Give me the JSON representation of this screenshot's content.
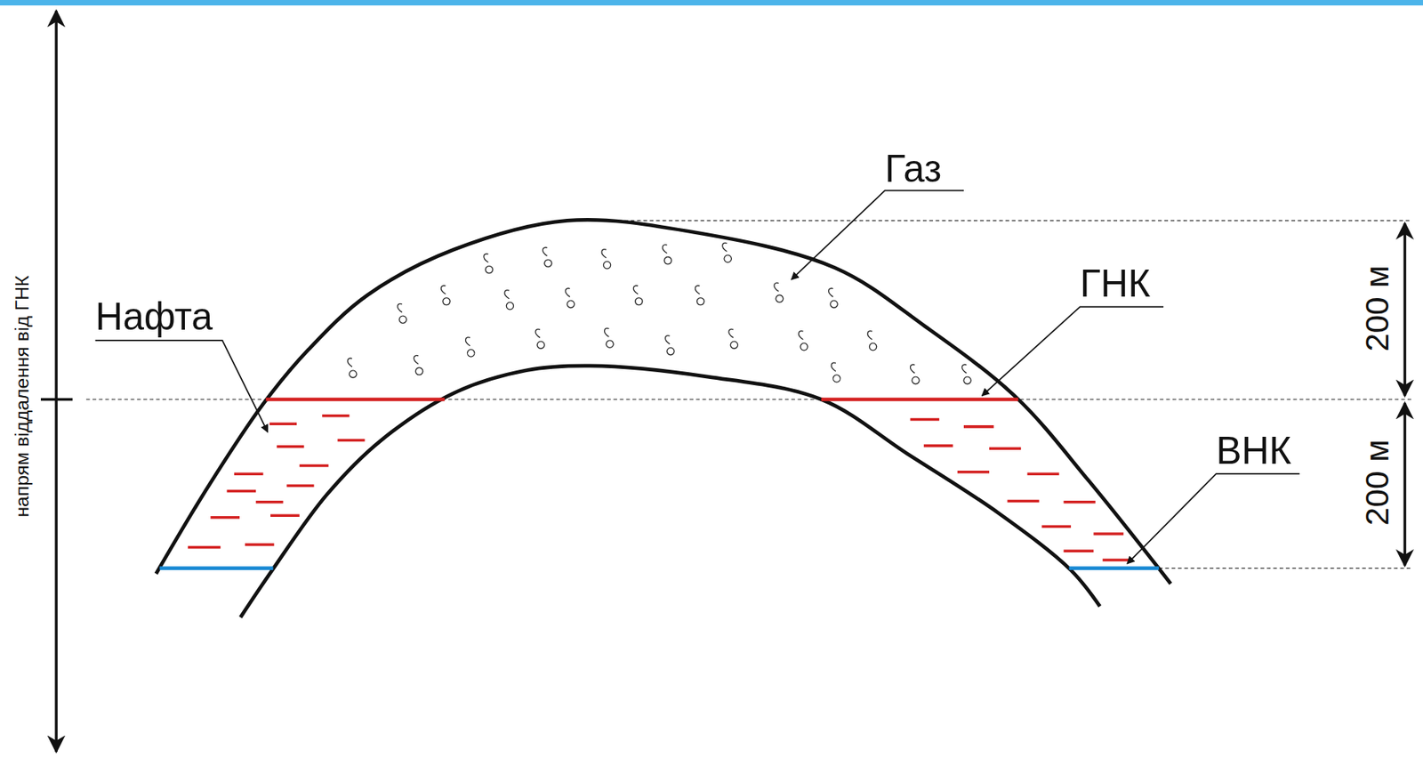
{
  "diagram": {
    "labels": [
      "Газ",
      "Нафта",
      "ГНК",
      "ВНК",
      "200 м",
      "200 м",
      "напрям віддалення від ГНК"
    ]
  }
}
